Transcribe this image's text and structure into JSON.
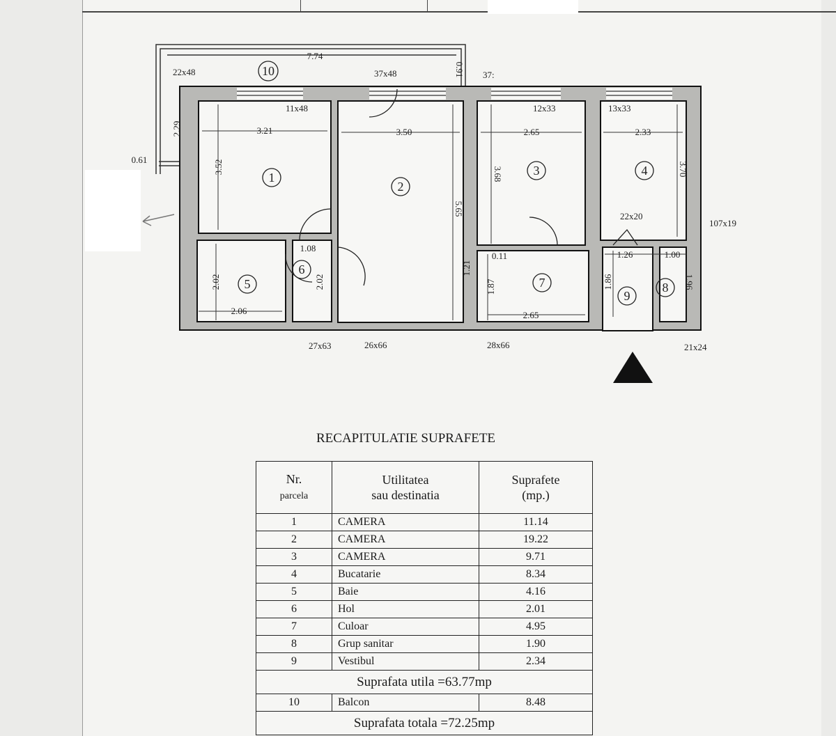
{
  "plan": {
    "rooms": [
      "1",
      "2",
      "3",
      "4",
      "5",
      "6",
      "7",
      "8",
      "9",
      "10"
    ],
    "dims": {
      "balcony_width": "7.74",
      "balcony_depth": "2.29",
      "balcony_side": "0.61",
      "balcony_offset": "0.91",
      "r1_width": "3.21",
      "r1_height": "3.52",
      "r2_width": "3.50",
      "r2_height": "5.65",
      "r3_width": "2.65",
      "r3_height": "3.68",
      "r4_width": "2.33",
      "r4_height": "3.70",
      "r5_width": "2.06",
      "r5_height": "2.02",
      "r6_width": "1.08",
      "r6_height": "2.02",
      "r7_width": "2.65",
      "r7_height": "1.87",
      "r7_offset": "0.11",
      "r7_side": "1.21",
      "r9_width": "1.26",
      "r9_height": "1.86",
      "r8_width": "1.00",
      "r8_height": "1.96"
    },
    "walls": {
      "w1": "22x48",
      "w2": "37x48",
      "w3": "37:",
      "w4": "11x48",
      "w5": "12x33",
      "w6": "13x33",
      "w7": "22x20",
      "w8": "107x19",
      "w9": "27x63",
      "w10": "26x66",
      "w11": "28x66",
      "w12": "21x24"
    }
  },
  "summary": {
    "title": "RECAPITULATIE SUPRAFETE",
    "headers": {
      "nr": "Nr.",
      "nr_sub": "parcela",
      "use": "Utilitatea",
      "use_sub": "sau destinatia",
      "area": "Suprafete",
      "area_sub": "(mp.)"
    },
    "rows": [
      {
        "nr": "1",
        "use": "CAMERA",
        "area": "11.14"
      },
      {
        "nr": "2",
        "use": "CAMERA",
        "area": "19.22"
      },
      {
        "nr": "3",
        "use": "CAMERA",
        "area": "9.71"
      },
      {
        "nr": "4",
        "use": "Bucatarie",
        "area": "8.34"
      },
      {
        "nr": "5",
        "use": "Baie",
        "area": "4.16"
      },
      {
        "nr": "6",
        "use": "Hol",
        "area": "2.01"
      },
      {
        "nr": "7",
        "use": "Culoar",
        "area": "4.95"
      },
      {
        "nr": "8",
        "use": "Grup sanitar",
        "area": "1.90"
      },
      {
        "nr": "9",
        "use": "Vestibul",
        "area": "2.34"
      }
    ],
    "useful": "Suprafata utila =63.77mp",
    "balcony": {
      "nr": "10",
      "use": "Balcon",
      "area": "8.48"
    },
    "total": "Suprafata totala  =72.25mp"
  }
}
